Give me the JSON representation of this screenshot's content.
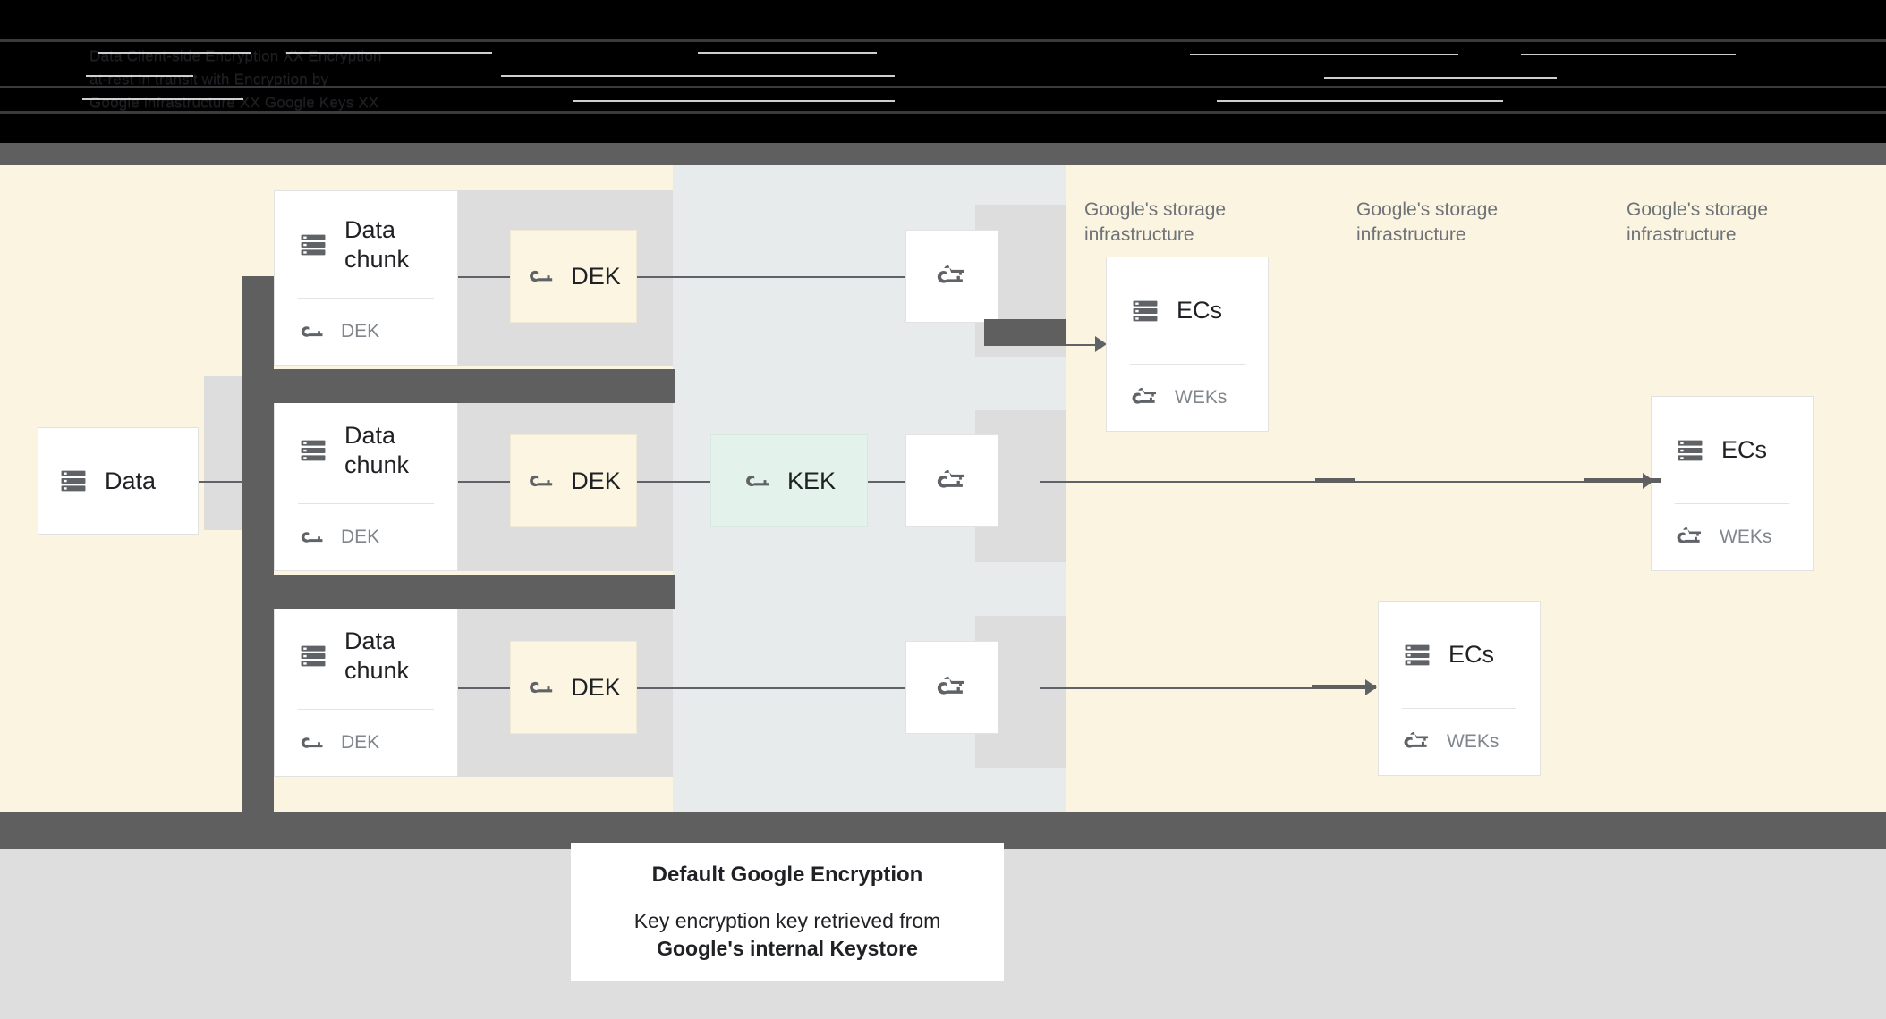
{
  "header": {
    "redacted_lines": [
      "Data                    Client-side Encryption                                   XX Encryption",
      "at-rest                 in transit with                                         Encryption by",
      "Google               infrastructure XX                            Google Keys XX"
    ],
    "note": "obscured header text"
  },
  "diagram": {
    "source": {
      "title": "Data",
      "icon": "database-icon"
    },
    "chunks": [
      {
        "title": "Data chunk",
        "key_label": "DEK",
        "icon": "database-icon",
        "key_icon": "key-icon"
      },
      {
        "title": "Data chunk",
        "key_label": "DEK",
        "icon": "database-icon",
        "key_icon": "key-icon"
      },
      {
        "title": "Data chunk",
        "key_label": "DEK",
        "icon": "database-icon",
        "key_icon": "key-icon"
      }
    ],
    "deks": [
      {
        "label": "DEK",
        "icon": "key-icon"
      },
      {
        "label": "DEK",
        "icon": "key-icon"
      },
      {
        "label": "DEK",
        "icon": "key-icon"
      }
    ],
    "kek": {
      "label": "KEK",
      "icon": "key-icon"
    },
    "wrapped_keys": [
      {
        "icon": "double-key-icon"
      },
      {
        "icon": "double-key-icon"
      },
      {
        "icon": "double-key-icon"
      }
    ],
    "storage_labels": [
      "Google's storage infrastructure",
      "Google's storage infrastructure",
      "Google's storage infrastructure"
    ],
    "storage_cards": [
      {
        "title": "ECs",
        "key_label": "WEKs",
        "icon": "database-icon",
        "key_icon": "double-key-icon"
      },
      {
        "title": "ECs",
        "key_label": "WEKs",
        "icon": "database-icon",
        "key_icon": "double-key-icon"
      },
      {
        "title": "ECs",
        "key_label": "WEKs",
        "icon": "database-icon",
        "key_icon": "double-key-icon"
      }
    ]
  },
  "caption": {
    "title": "Default Google Encryption",
    "line1": "Key encryption key retrieved from",
    "line2": "Google's internal Keystore"
  },
  "colors": {
    "canvas_cream": "#FBF4E0",
    "keystore_panel": "#E7EBEC",
    "dek_box": "#FCF5E1",
    "kek_box": "#E3F2EA",
    "band_dark": "#5F5F5F",
    "footer_grey": "#DEDEDE",
    "icon_grey": "#5F6368",
    "muted_text": "#80868B"
  }
}
